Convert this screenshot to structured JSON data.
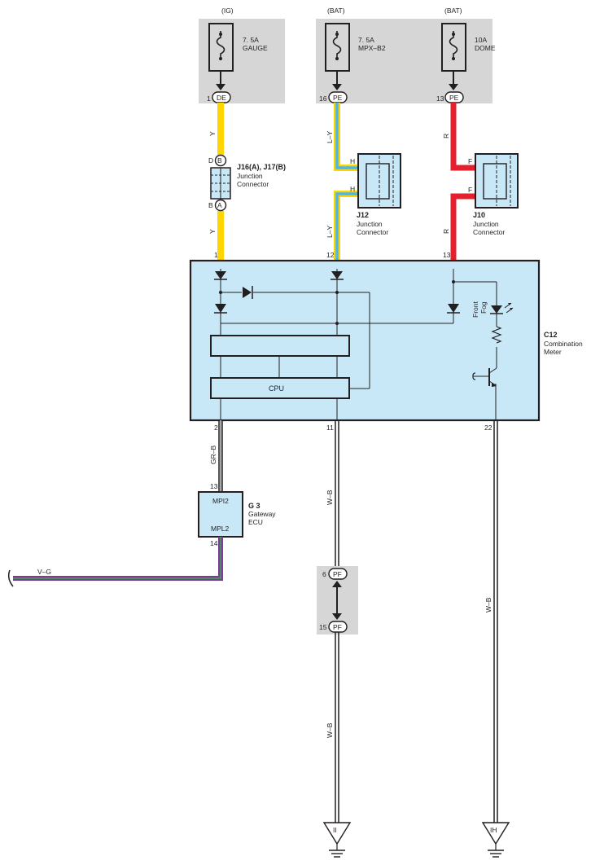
{
  "fuse_boxes": {
    "ig_label": "(IG)",
    "bat1_label": "(BAT)",
    "bat2_label": "(BAT)",
    "gauge": {
      "rating": "7. 5A",
      "name": "GAUGE",
      "pin": "1",
      "connector": "DE"
    },
    "mpx": {
      "rating": "7. 5A",
      "name": "MPX–B2",
      "pin": "16",
      "connector": "PE"
    },
    "dome": {
      "rating": "10A",
      "name": "DOME",
      "pin": "13",
      "connector": "PE"
    }
  },
  "wire_colors": {
    "y_top": "Y",
    "y_bottom": "Y",
    "ly_top": "L–Y",
    "ly_bottom": "L–Y",
    "r_top": "R",
    "r_bottom": "R",
    "grb": "GR–B",
    "wb_meter": "W–B",
    "wb_lower": "W–B",
    "wb_right": "W–B",
    "vg": "V–G"
  },
  "colors": {
    "yellow": "#ffd500",
    "red": "#e3202b",
    "blue": "#49b7e8",
    "purple": "#7c3b96",
    "green": "#3daa4a",
    "box_fill": "#c8e8f8",
    "gray": "#d6d6d6"
  },
  "junction_j16": {
    "title": "J16(A), J17(B)",
    "line1": "Junction",
    "line2": "Connector",
    "pin_top_letter": "D",
    "pin_top": "B",
    "pin_bottom_letter": "B",
    "pin_bottom": "A"
  },
  "junction_j12": {
    "title": "J12",
    "line1": "Junction",
    "line2": "Connector",
    "pin_a": "H",
    "pin_b": "H"
  },
  "junction_j10": {
    "title": "J10",
    "line1": "Junction",
    "line2": "Connector",
    "pin_a": "F",
    "pin_b": "F"
  },
  "meter": {
    "title": "C12",
    "line1": "Combination",
    "line2": "Meter",
    "pin_1": "1",
    "pin_12": "12",
    "pin_13": "13",
    "pin_2": "2",
    "pin_11": "11",
    "pin_22": "22",
    "cpu_label": "CPU",
    "indicator_line1": "Front",
    "indicator_line2": "Fog"
  },
  "gateway": {
    "title": "G 3",
    "line1": "Gateway",
    "line2": "ECU",
    "pin_top": "13",
    "pin_bottom": "14",
    "port_top": "MPI2",
    "port_bottom": "MPL2"
  },
  "pf_connector": {
    "pin_top": "6",
    "pin_bottom": "15",
    "connector_top": "PF",
    "connector_bottom": "PF"
  },
  "grounds": {
    "left": "II",
    "right": "IH"
  }
}
